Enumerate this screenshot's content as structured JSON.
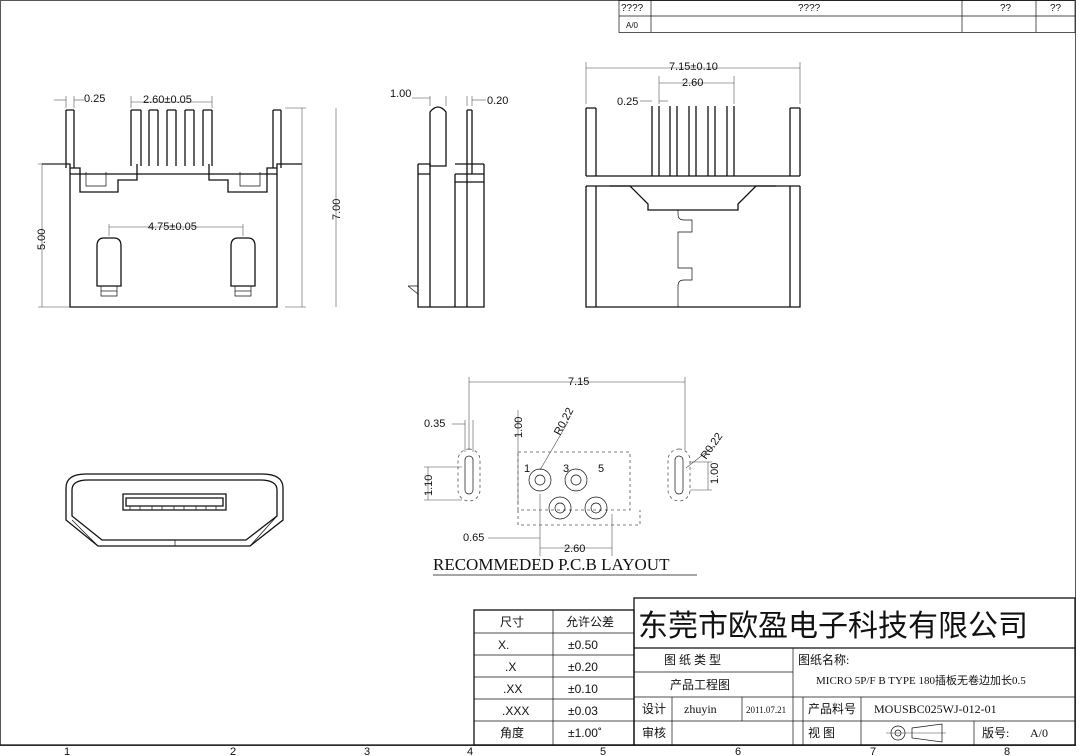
{
  "revision_table": {
    "headers": [
      "????",
      "????",
      "??",
      "??"
    ],
    "row1": [
      "A/0",
      "",
      "",
      ""
    ]
  },
  "front_view": {
    "dim_top_offset": "0.25",
    "dim_pin_pitch": "2.60±0.05",
    "dim_peg_spacing": "4.75±0.05",
    "dim_height": "5.00"
  },
  "side_view": {
    "dim_overall_height": "7.00",
    "dim_pin_width": "1.00",
    "dim_pin_thickness": "0.20"
  },
  "rear_view": {
    "dim_overall_width": "7.15±0.10",
    "dim_pitch": "2.60",
    "dim_pin": "0.25"
  },
  "pcb_layout": {
    "title": "RECOMMEDED P.C.B LAYOUT",
    "dim_width": "7.15",
    "dim_slot_width": "0.35",
    "dim_slot_height": "1.10",
    "dim_pitch": "1.00",
    "dim_radius_left": "R0.22",
    "dim_radius_right": "R0.22",
    "dim_right_height": "1.00",
    "dim_offset": "0.65",
    "dim_span": "2.60",
    "pad_labels": [
      "1",
      "3",
      "5"
    ]
  },
  "tolerance_table": {
    "header_size": "尺寸",
    "header_tol": "允许公差",
    "rows": [
      {
        "size": "X.",
        "tol": "±0.50"
      },
      {
        "size": ".X",
        "tol": "±0.20"
      },
      {
        "size": ".XX",
        "tol": "±0.10"
      },
      {
        "size": ".XXX",
        "tol": "±0.03"
      },
      {
        "size": "角度",
        "tol": "±1.00˚"
      }
    ]
  },
  "title_block": {
    "company": "东莞市欧盈电子科技有限公司",
    "drawing_type_label": "图 纸 类 型",
    "drawing_type_value": "产品工程图",
    "drawing_name_label": "图纸名称:",
    "drawing_name_value": "MICRO 5P/F B TYPE 180插板无卷边加长0.5",
    "designer_label": "设计",
    "designer_value": "zhuyin",
    "date": "2011.07.21",
    "part_no_label": "产品料号",
    "part_no_value": "MOUSBC025WJ-012-01",
    "review_label": "审核",
    "view_label": "视 图",
    "version_label": "版号:",
    "version_value": "A/0"
  },
  "grid_numbers": [
    "1",
    "2",
    "3",
    "4",
    "5",
    "6",
    "7",
    "8"
  ]
}
